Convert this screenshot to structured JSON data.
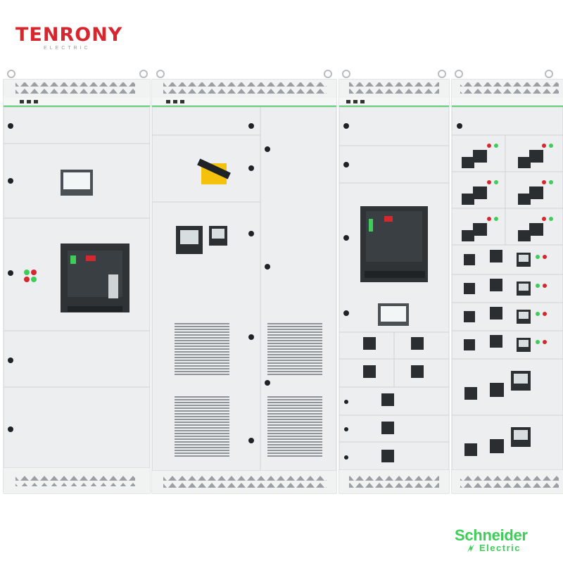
{
  "brand_left": {
    "name": "TENRONY",
    "sub": "ELECTRIC"
  },
  "brand_right": {
    "name": "Schneider",
    "sub": "Electric"
  },
  "colors": {
    "tenrony_red": "#d7262e",
    "schneider_green": "#3dcd58",
    "cabinet": "#e9ebec"
  },
  "scene": {
    "subject": "low-voltage switchgear cabinets",
    "cabinet_count": 4
  }
}
